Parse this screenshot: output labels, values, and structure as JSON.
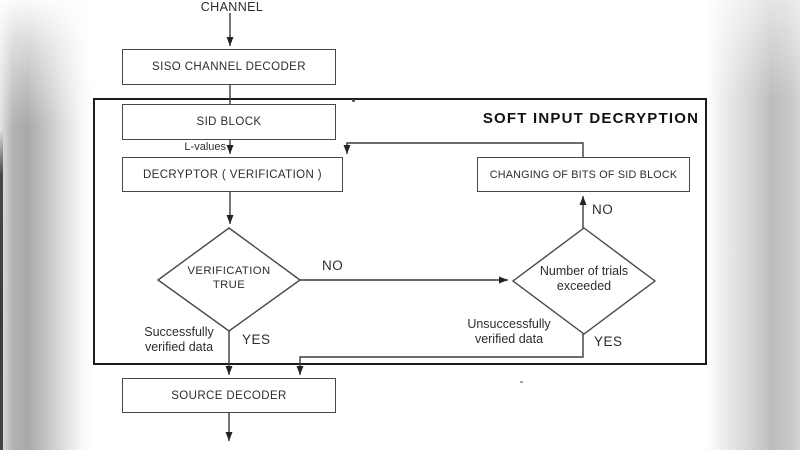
{
  "diagram": {
    "title": "SOFT INPUT DECRYPTION",
    "channel_label": "CHANNEL",
    "boxes": {
      "siso": "SISO CHANNEL DECODER",
      "sid": "SID BLOCK",
      "decryptor": "DECRYPTOR ( VERIFICATION )",
      "changing": "CHANGING OF BITS OF SID BLOCK",
      "source": "SOURCE DECODER"
    },
    "decisions": {
      "verification": {
        "line1": "VERIFICATION",
        "line2": "TRUE"
      },
      "trials": {
        "line1": "Number of trials",
        "line2": "exceeded"
      }
    },
    "edge_labels": {
      "l_values": "L-values",
      "no_verification": "NO",
      "no_trials": "NO",
      "yes_verification": "YES",
      "yes_trials": "YES"
    },
    "annotations": {
      "success_line1": "Successfully",
      "success_line2": "verified data",
      "unsuccess_line1": "Unsuccessfully",
      "unsuccess_line2": "verified data"
    },
    "colors": {
      "line": "#3b3b3b",
      "box_border": "#474747",
      "container_border": "#1c1c1c",
      "text": "#2d2d2d",
      "background": "#ffffff"
    }
  }
}
